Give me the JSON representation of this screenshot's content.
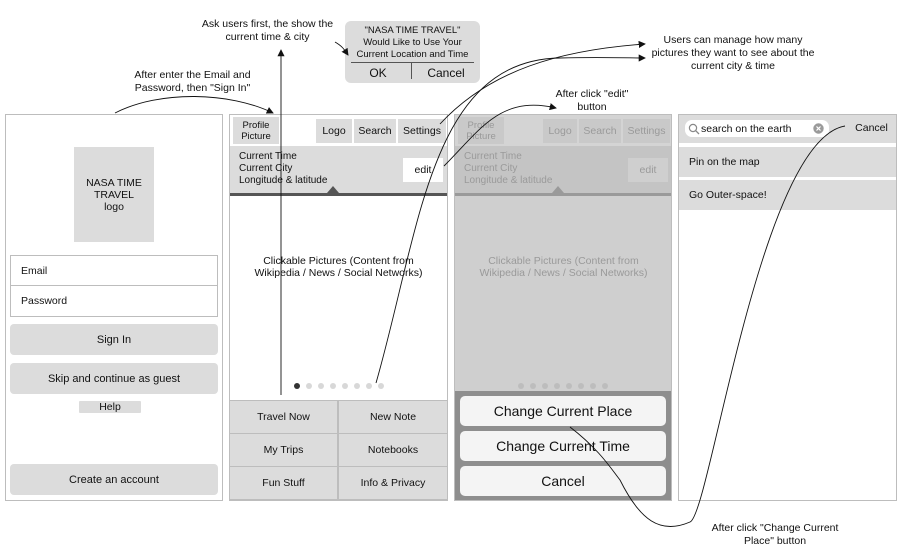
{
  "annotations": {
    "signin_note": "After enter the Email and Password, then \"Sign In\"",
    "ask_note": "Ask users first, the show the current time & city",
    "manage_note": "Users can manage how many pictures they want to see about the current city & time",
    "edit_note": "After click \"edit\" button",
    "change_place_note": "After click \"Change Current Place\" button"
  },
  "dialog": {
    "title": "\"NASA TIME TRAVEL\"",
    "message": "Would Like to Use Your Current Location and Time",
    "ok": "OK",
    "cancel": "Cancel"
  },
  "login": {
    "logo": "NASA TIME TRAVEL logo",
    "email_placeholder": "Email",
    "password_placeholder": "Password",
    "sign_in": "Sign In",
    "skip": "Skip and continue as guest",
    "help": "Help",
    "create_account": "Create an account"
  },
  "main": {
    "profile": "Profile Picture",
    "logo": "Logo",
    "search": "Search",
    "settings": "Settings",
    "info_lines": [
      "Current Time",
      "Current City",
      "Longitude & latitude"
    ],
    "edit": "edit",
    "content": "Clickable Pictures (Content from Wikipedia / News / Social Networks)",
    "page_dots": 8,
    "active_dot": 0,
    "grid": [
      "Travel Now",
      "New Note",
      "My Trips",
      "Notebooks",
      "Fun Stuff",
      "Info & Privacy"
    ]
  },
  "action_sheet": {
    "change_place": "Change Current Place",
    "change_time": "Change Current Time",
    "cancel": "Cancel"
  },
  "search_screen": {
    "search_value": "search on the earth",
    "cancel": "Cancel",
    "items": [
      "Pin on the map",
      "Go Outer-space!"
    ]
  }
}
